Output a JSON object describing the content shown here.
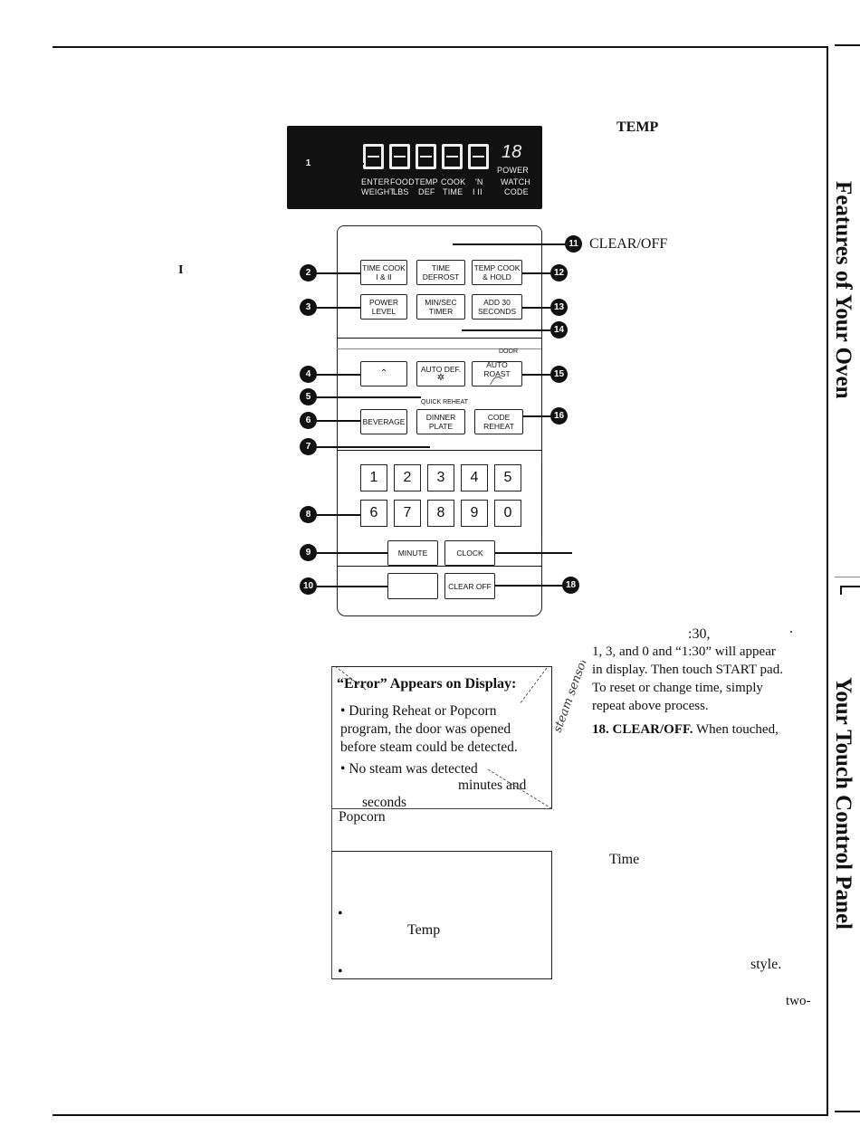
{
  "header": {
    "temp_heading": "TEMP"
  },
  "display": {
    "small_digits": "18",
    "row1": [
      "ENTER",
      "FOOD",
      "TEMP",
      "COOK",
      "'N",
      "WATCH"
    ],
    "row2": [
      "WEIGHT",
      "LBS",
      "DEF",
      "TIME",
      "I  II",
      "CODE"
    ],
    "power": "POWER"
  },
  "callouts": [
    "1",
    "2",
    "3",
    "4",
    "5",
    "6",
    "7",
    "8",
    "9",
    "10",
    "11",
    "12",
    "13",
    "14",
    "15",
    "16",
    "18"
  ],
  "pads": {
    "time_cook": "TIME COOK I & II",
    "time_defrost": "TIME DEFROST",
    "temp_cook_hold": "TEMP COOK & HOLD",
    "power_level": "POWER LEVEL",
    "min_sec_timer": "MIN/SEC TIMER",
    "add_30_seconds": "ADD 30 SECONDS",
    "door_label": "DOOR",
    "auto_def": "AUTO DEF.",
    "auto_roast": "AUTO ROAST",
    "quick_reheat_label": "QUICK REHEAT",
    "beverage": "BEVERAGE",
    "dinner_plate": "DINNER PLATE",
    "code_reheat": "CODE REHEAT",
    "minute": "MINUTE",
    "clock": "CLOCK",
    "clear_off": "CLEAR OFF"
  },
  "keys": [
    "1",
    "2",
    "3",
    "4",
    "5",
    "6",
    "7",
    "8",
    "9",
    "0"
  ],
  "left_text": {
    "roman_one": "I"
  },
  "right_text": {
    "clear_off_label": "CLEAR/OFF",
    "time_frag": ":30,",
    "dot": ".",
    "line1": "1, 3, and 0 and “1:30” will appear",
    "line2": "in display. Then touch START pad.",
    "line3": "To reset or change time, simply",
    "line4": "repeat above process.",
    "item18_bold": "18. CLEAR/OFF.",
    "item18_rest": " When touched,",
    "time_word": "Time",
    "style_word": "style.",
    "two_word": "two-"
  },
  "error_box": {
    "title": "“Error” Appears on Display:",
    "bullet1_l1": "• During Reheat or Popcorn",
    "bullet1_l2": "program, the door was opened",
    "bullet1_l3": "before steam could be detected.",
    "bullet2_l1": "• No steam was detected",
    "bullet2_l2": "minutes and",
    "bullet2_l3": "seconds",
    "bullet2_l4": "Popcorn"
  },
  "second_box": {
    "bullet1": "•",
    "temp_word": "Temp",
    "bullet2": "•"
  },
  "handwriting": {
    "note": "steam sensor"
  },
  "side_tabs": {
    "top": "Features of Your Oven",
    "bottom": "Your Touch Control Panel"
  }
}
